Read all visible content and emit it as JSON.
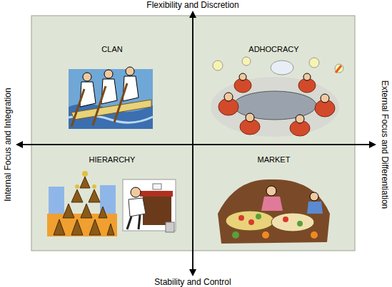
{
  "diagram": {
    "nodes": [
      {
        "text": [
          "CLAN"
        ]
      },
      {
        "text": [
          "ADHOCRACY"
        ]
      },
      {
        "text": [
          "HIERARCHY"
        ]
      },
      {
        "text": [
          "MARKET"
        ]
      }
    ],
    "labels": [
      "Flexibility and Discretion",
      "Internal Focus and Integration",
      "External Focus and Differentiation",
      "Stability and Control"
    ]
  }
}
